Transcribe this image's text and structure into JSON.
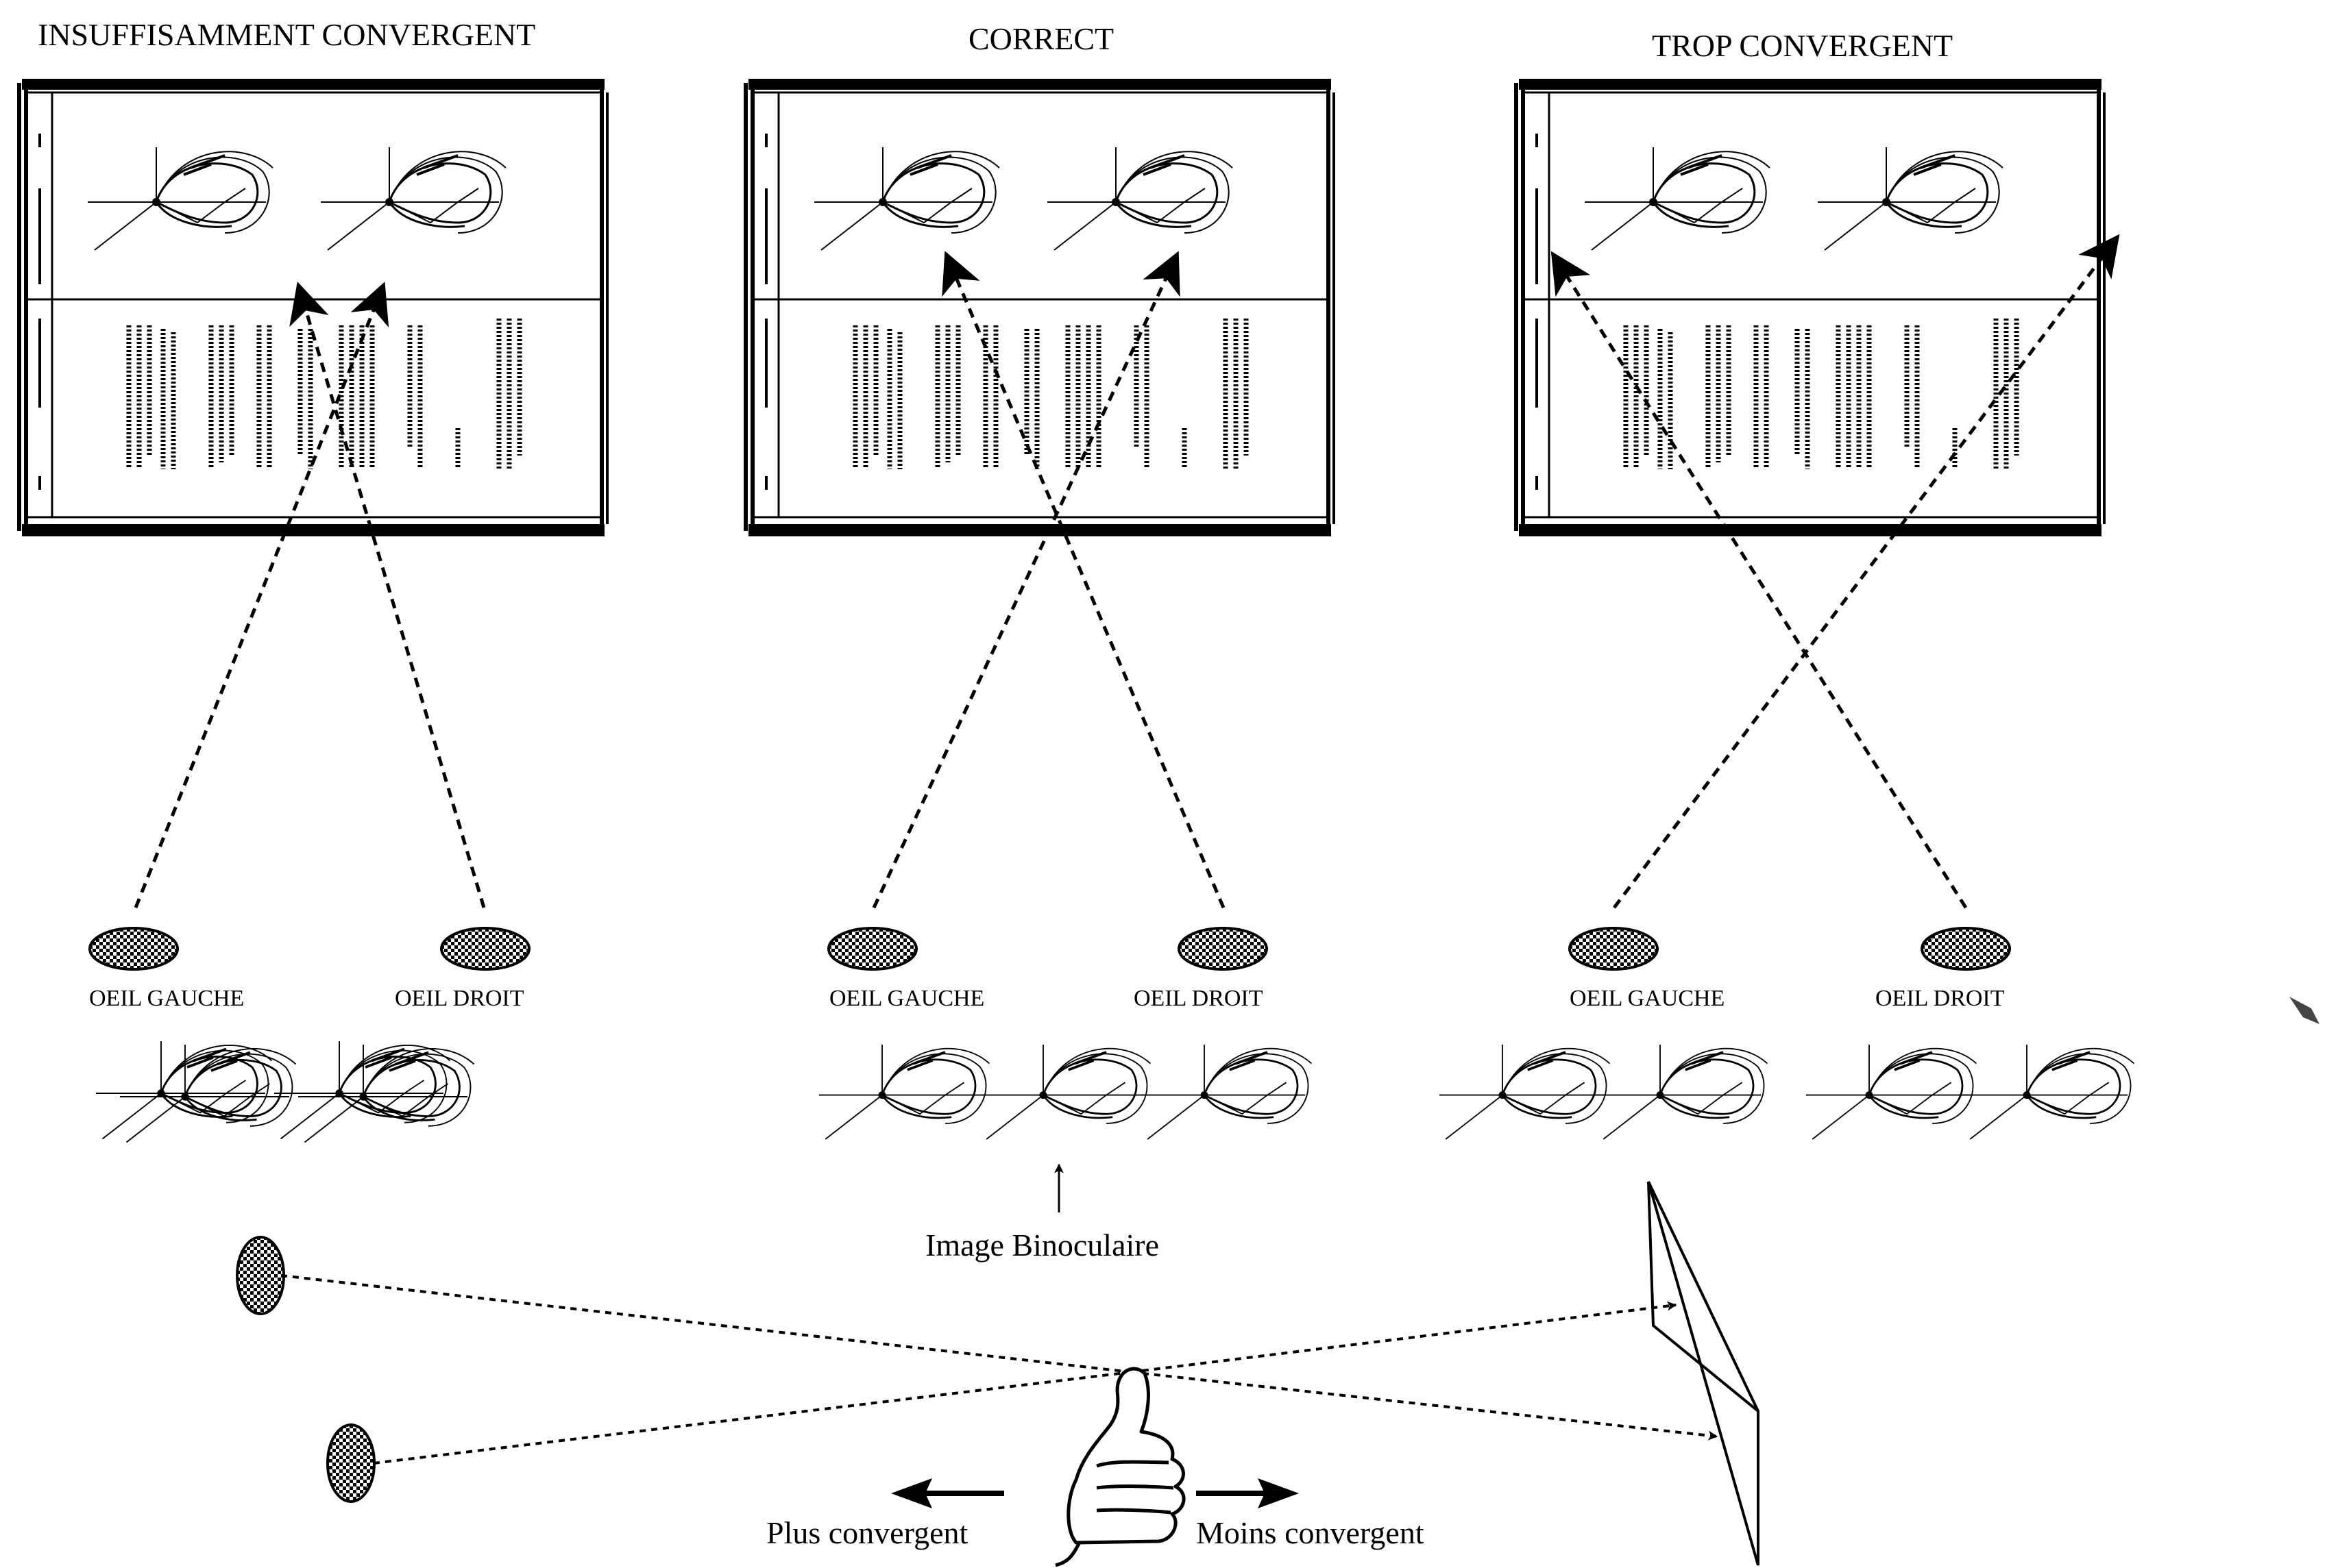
{
  "panels": [
    {
      "id": "insufficient",
      "title": "INSUFFISAMMENT CONVERGENT",
      "left_eye_label": "OEIL GAUCHE",
      "right_eye_label": "OEIL DROIT"
    },
    {
      "id": "correct",
      "title": "CORRECT",
      "left_eye_label": "OEIL GAUCHE",
      "right_eye_label": "OEIL DROIT"
    },
    {
      "id": "too-much",
      "title": "TROP CONVERGENT",
      "left_eye_label": "OEIL GAUCHE",
      "right_eye_label": "OEIL DROIT"
    }
  ],
  "binocular_caption": "Image Binoculaire",
  "thumb_demo": {
    "more_label": "Plus convergent",
    "less_label": "Moins convergent"
  },
  "colors": {
    "ink": "#000000",
    "paper": "#ffffff"
  }
}
